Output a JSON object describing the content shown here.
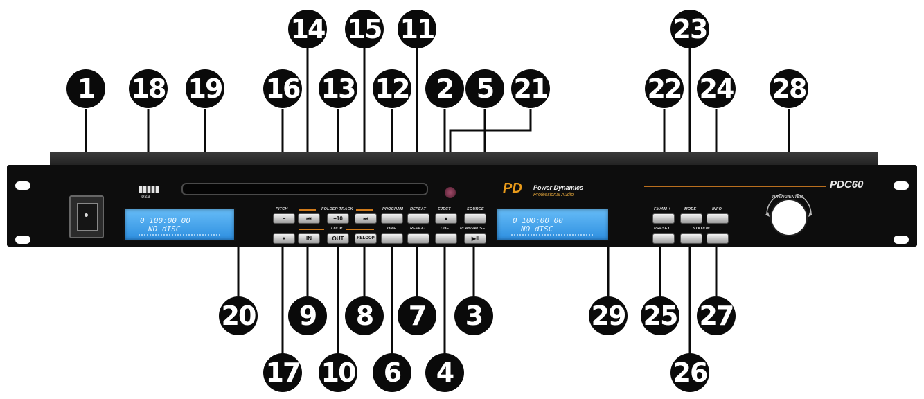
{
  "callouts": {
    "c1": "1",
    "c2": "2",
    "c3": "3",
    "c4": "4",
    "c5": "5",
    "c6": "6",
    "c7": "7",
    "c8": "8",
    "c9": "9",
    "c10": "10",
    "c11": "11",
    "c12": "12",
    "c13": "13",
    "c14": "14",
    "c15": "15",
    "c16": "16",
    "c17": "17",
    "c18": "18",
    "c19": "19",
    "c20": "20",
    "c21": "21",
    "c22": "22",
    "c23": "23",
    "c24": "24",
    "c25": "25",
    "c26": "26",
    "c27": "27",
    "c28": "28",
    "c29": "29"
  },
  "device": {
    "brand_logo": "PD",
    "brand_name": "Power Dynamics",
    "brand_sub": "Professional Audio",
    "model": "PDC60",
    "usb_label": "USB",
    "knob_label": "TUNING/ENTER"
  },
  "left_display": {
    "line1": "0 100:00 00",
    "line2": "NO dISC"
  },
  "right_display": {
    "line1": "0 100:00 00",
    "line2": "NO dISC"
  },
  "buttons": {
    "pitch_label": "PITCH",
    "pitch_minus": "−",
    "pitch_plus": "+",
    "folder_track_label": "FOLDER TRACK",
    "prev": "⏮",
    "plus10": "+10",
    "next": "⏭",
    "loop_label": "LOOP",
    "in": "IN",
    "out": "OUT",
    "reloop": "RELOOP",
    "program": "PROGRAM",
    "time": "TIME",
    "repeat": "REPEAT",
    "repeat_ab": "REPEAT",
    "eject_label": "EJECT",
    "eject": "▲",
    "cue": "CUE",
    "play_pause_label": "PLAY/PAUSE",
    "play_pause": "▶‖",
    "source_label": "SOURCE",
    "fmam_label": "FM/AM +",
    "mode_label": "MODE",
    "info_label": "INFO",
    "preset_label": "PRESET",
    "station_label": "STATION"
  }
}
